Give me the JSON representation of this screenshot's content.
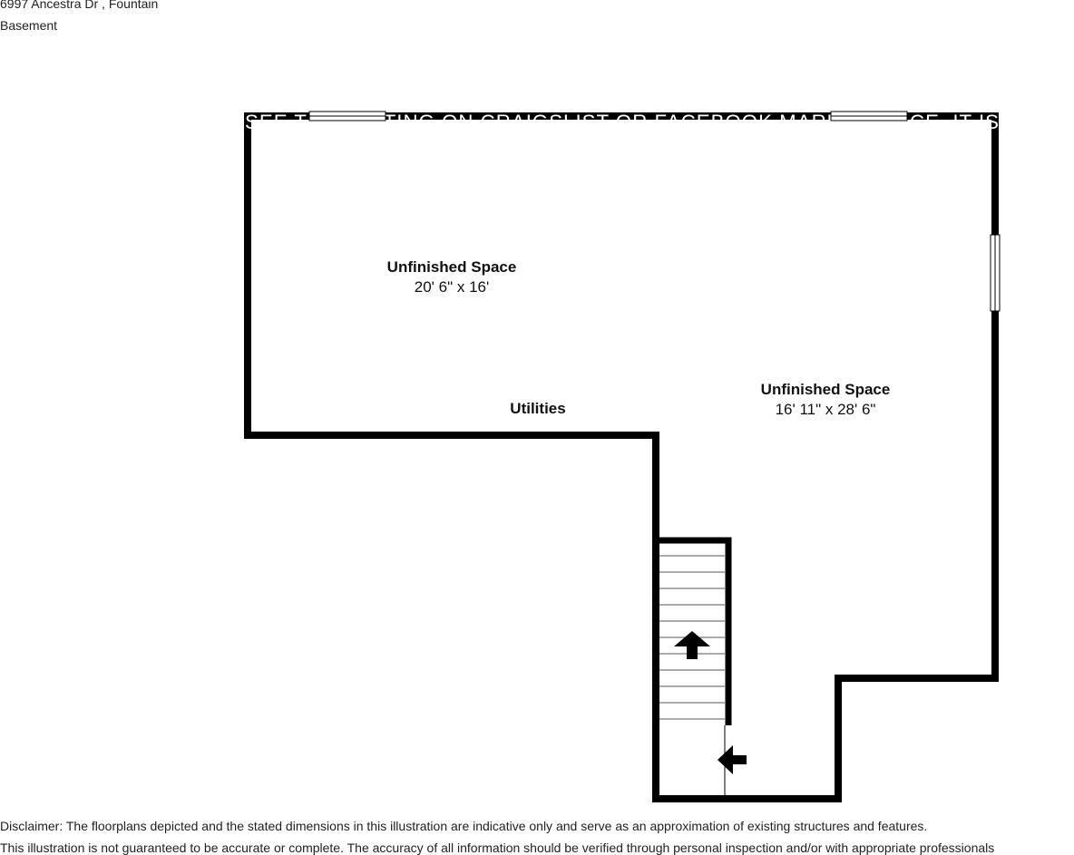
{
  "header": {
    "address": "6997 Ancestra Dr , Fountain",
    "level": "Basement"
  },
  "rooms": [
    {
      "name": "Unfinished Space",
      "dims": "20' 6\" x 16'"
    },
    {
      "name": "Unfinished Space",
      "dims": "16' 11\" x 28' 6\""
    },
    {
      "name": "Utilities",
      "dims": ""
    }
  ],
  "watermark": "SEE THIS LISTING ON CRAIGSLIST OR FACEBOOK MARKETPLACE. IT IS",
  "disclaimer": {
    "line1": "Disclaimer: The floorplans depicted and the stated dimensions in this illustration are indicative only and serve as an approximation of existing structures and features.",
    "line2": "This illustration is not guaranteed to be accurate or complete. The accuracy of all information should be verified through personal inspection and/or with appropriate professionals"
  },
  "icons": [
    "stair-up-arrow-icon",
    "entry-left-arrow-icon"
  ],
  "colors": {
    "wall": "#000000",
    "background": "#ffffff"
  }
}
